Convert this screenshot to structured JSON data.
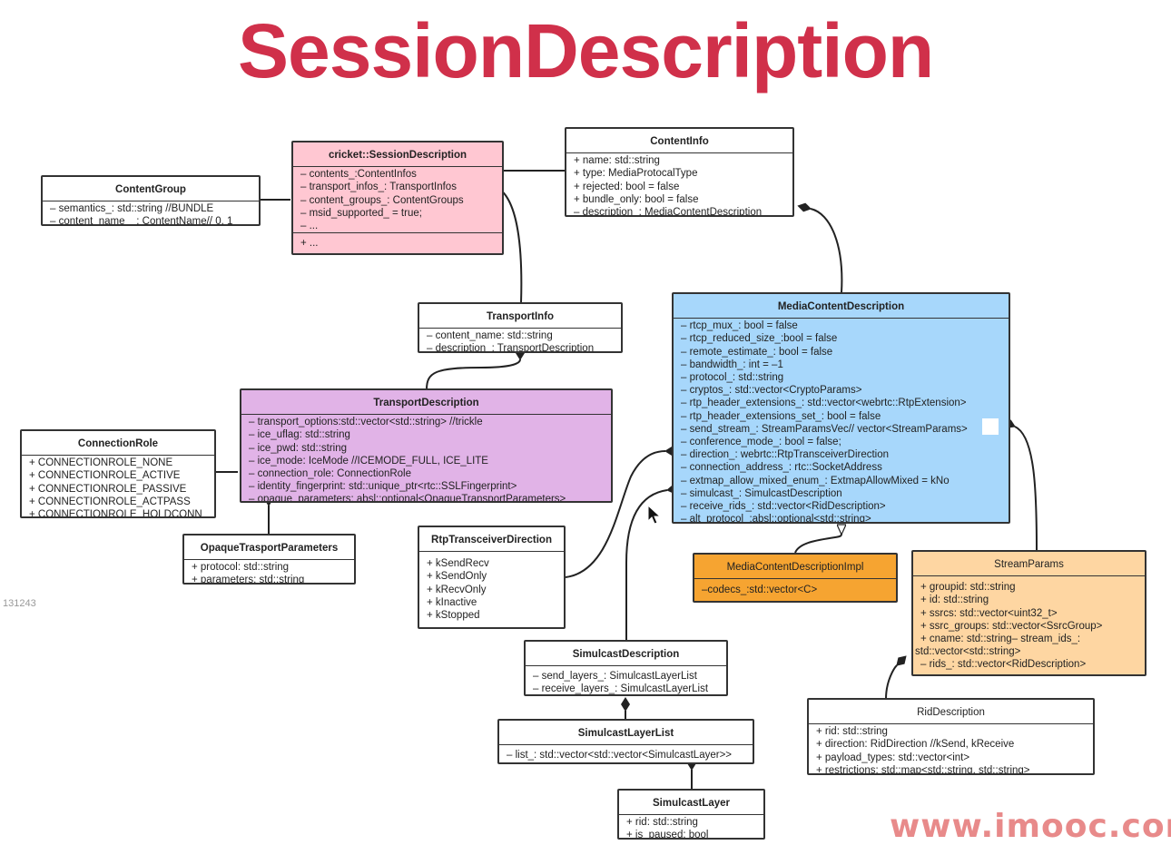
{
  "title": "SessionDescription",
  "corner_label": "131243",
  "watermark": "www.imooc.cor",
  "boxes": {
    "session": {
      "name": "cricket::SessionDescription",
      "rows": [
        "– contents_:ContentInfos",
        "– transport_infos_: TransportInfos",
        "– content_groups_: ContentGroups",
        "– msid_supported_ = true;",
        "– ..."
      ],
      "footer": "+ ..."
    },
    "content_group": {
      "name": "ContentGroup",
      "rows": [
        "– semantics_: std::string //BUNDLE",
        "– content_name__: ContentName// 0, 1"
      ]
    },
    "content_info": {
      "name": "ContentInfo",
      "rows": [
        "+ name: std::string",
        "+ type: MediaProtocalType",
        "+ rejected: bool = false",
        "+ bundle_only: bool = false",
        "– description_: MediaContentDescription"
      ]
    },
    "transport_info": {
      "name": "TransportInfo",
      "rows": [
        "– content_name: std::string",
        "– description_: TransportDescription"
      ]
    },
    "transport_desc": {
      "name": "TransportDescription",
      "rows": [
        "– transport_options:std::vector<std::string> //trickle",
        "– ice_uflag: std::string",
        "– ice_pwd: std::string",
        "– ice_mode: IceMode //ICEMODE_FULL, ICE_LITE",
        "– connection_role: ConnectionRole",
        "– identity_fingerprint: std::unique_ptr<rtc::SSLFingerprint>",
        "– opaque_parameters: absl::optional<OpaqueTransportParameters>"
      ]
    },
    "connection_role": {
      "name": "ConnectionRole",
      "rows": [
        "+ CONNECTIONROLE_NONE",
        "+ CONNECTIONROLE_ACTIVE",
        "+ CONNECTIONROLE_PASSIVE",
        "+ CONNECTIONROLE_ACTPASS",
        "+ CONNECTIONROLE_HOLDCONN"
      ]
    },
    "opaque": {
      "name": "OpaqueTrasportParameters",
      "rows": [
        "+ protocol: std::string",
        "+ parameters: std::string"
      ]
    },
    "media_content": {
      "name": "MediaContentDescription",
      "rows": [
        "– rtcp_mux_: bool = false",
        "– rtcp_reduced_size_:bool = false",
        "– remote_estimate_: bool = false",
        "– bandwidth_: int = –1",
        "– protocol_: std::string",
        "– cryptos_: std::vector<CryptoParams>",
        "– rtp_header_extensions_: std::vector<webrtc::RtpExtension>",
        "– rtp_header_extensions_set_: bool = false",
        "– send_stream_: StreamParamsVec// vector<StreamParams>",
        "– conference_mode_: bool = false;",
        "– direction_: webrtc::RtpTransceiverDirection",
        "– connection_address_: rtc::SocketAddress",
        "– extmap_allow_mixed_enum_: ExtmapAllowMixed = kNo",
        "– simulcast_: SimulcastDescription",
        "– receive_rids_: std::vector<RidDescription>",
        "– alt_protocol_:absl::optional<std::string>"
      ]
    },
    "rtp_dir": {
      "name": "RtpTransceiverDirection",
      "rows": [
        "+ kSendRecv",
        "+ kSendOnly",
        "+ kRecvOnly",
        "+ kInactive",
        "+ kStopped"
      ]
    },
    "media_impl": {
      "name": "MediaContentDescriptionImpl",
      "rows": [
        "–codecs_:std::vector<C>"
      ]
    },
    "stream_params": {
      "name": "StreamParams",
      "rows": [
        "+ groupid: std::string",
        "+ id:   std::string",
        "+ ssrcs: std::vector<uint32_t>",
        "+ ssrc_groups: std::vector<SsrcGroup>",
        "+ cname: std::string– stream_ids_:",
        "std::vector<std::string>",
        "– rids_: std::vector<RidDescription>"
      ]
    },
    "simulcast_desc": {
      "name": "SimulcastDescription",
      "rows": [
        "– send_layers_: SimulcastLayerList",
        "– receive_layers_: SimulcastLayerList"
      ]
    },
    "simulcast_list": {
      "name": "SimulcastLayerList",
      "rows": [
        "– list_: std::vector<std::vector<SimulcastLayer>>"
      ]
    },
    "simulcast_layer": {
      "name": "SimulcastLayer",
      "rows": [
        "+ rid: std::string",
        "+ is_paused: bool"
      ]
    },
    "rid_desc": {
      "name": "RidDescription",
      "rows": [
        "+ rid: std::string",
        "+ direction: RidDirection //kSend, kReceive",
        "+ payload_types: std::vector<int>",
        "+ restrictions: std::map<std::string, std::string>"
      ]
    }
  }
}
